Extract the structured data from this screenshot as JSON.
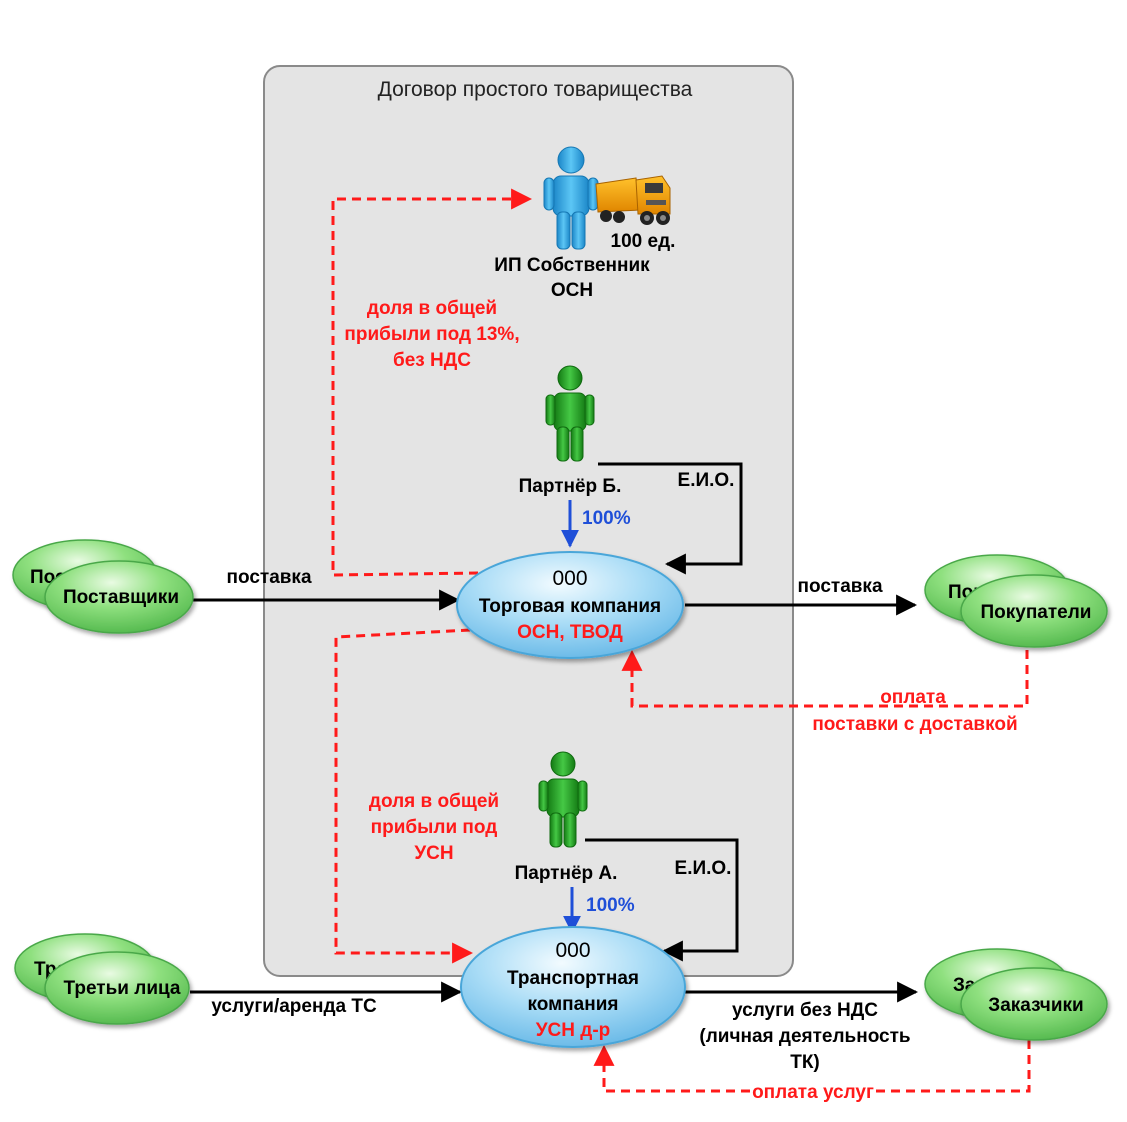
{
  "container": {
    "title": "Договор простого товарищества"
  },
  "owner": {
    "units": "100 ед.",
    "name": "ИП Собственник",
    "regime": "ОСН",
    "vehicle_icon": "dump-truck-icon",
    "person_icon": "person-icon"
  },
  "partner_b": {
    "name": "Партнёр Б.",
    "share": "100%",
    "eio": "Е.И.О."
  },
  "partner_a": {
    "name": "Партнёр А.",
    "share": "100%",
    "eio": "Е.И.О."
  },
  "trade_company": {
    "prefix": "000",
    "name": "Торговая компания",
    "regime": "ОСН, ТВОД"
  },
  "transport_company": {
    "prefix": "000",
    "name_line1": "Транспортная",
    "name_line2": "компания",
    "regime": "УСН д-р"
  },
  "suppliers": {
    "back_label": "Поставщики",
    "front_label": "Поставщики"
  },
  "buyers": {
    "back_label": "Покупатели",
    "front_label": "Покупатели"
  },
  "third_parties": {
    "back_label": "Третьи лица",
    "front_label": "Третьи лица"
  },
  "customers": {
    "back_label": "Заказчики",
    "front_label": "Заказчики"
  },
  "labels": {
    "supply_in": "поставка",
    "supply_out": "поставка",
    "profit_share_top": [
      "доля в общей",
      "прибыли под 13%,",
      "без НДС"
    ],
    "profit_share_bottom": [
      "доля в общей",
      "прибыли под",
      "УСН"
    ],
    "payment_delivery": [
      "оплата",
      "поставки с доставкой"
    ],
    "services_rent": "услуги/аренда ТС",
    "services_no_vat": [
      "услуги без НДС",
      "(личная деятельность",
      "ТК)"
    ],
    "payment_services": "оплата услуг"
  },
  "colors": {
    "red": "#ff1a1a",
    "blue": "#1f4fd8",
    "black": "#000000",
    "green_node": "#6ad46a",
    "blue_node": "#9fd8f5",
    "container_bg": "#e4e4e4",
    "person_blue": "#2aa7e6",
    "person_green": "#1f9a1f"
  }
}
